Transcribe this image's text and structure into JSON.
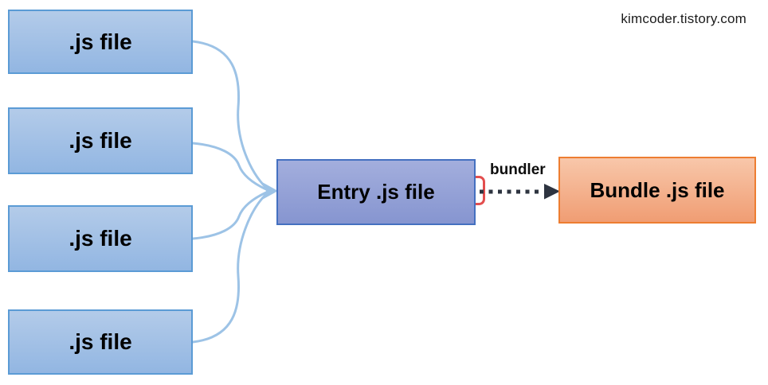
{
  "watermark": "kimcoder.tistory.com",
  "diagram": {
    "source_files": [
      {
        "label": ".js file"
      },
      {
        "label": ".js file"
      },
      {
        "label": ".js file"
      },
      {
        "label": ".js file"
      }
    ],
    "entry_label": "Entry .js file",
    "bundle_label": "Bundle .js file",
    "process_label": "bundler"
  },
  "colors": {
    "src_fill_top": "#b3cbe9",
    "src_fill_bottom": "#92b6e2",
    "src_border": "#5b9bd5",
    "entry_fill_top": "#a3aedd",
    "entry_fill_bottom": "#8695d0",
    "entry_border": "#4470c0",
    "bundle_fill_top": "#f8c7aa",
    "bundle_fill_bottom": "#f09d73",
    "bundle_border": "#ed7d31",
    "connector": "#9dc3e6",
    "arrow_dark": "#2e3440",
    "highlight_red": "#e34e4e"
  }
}
